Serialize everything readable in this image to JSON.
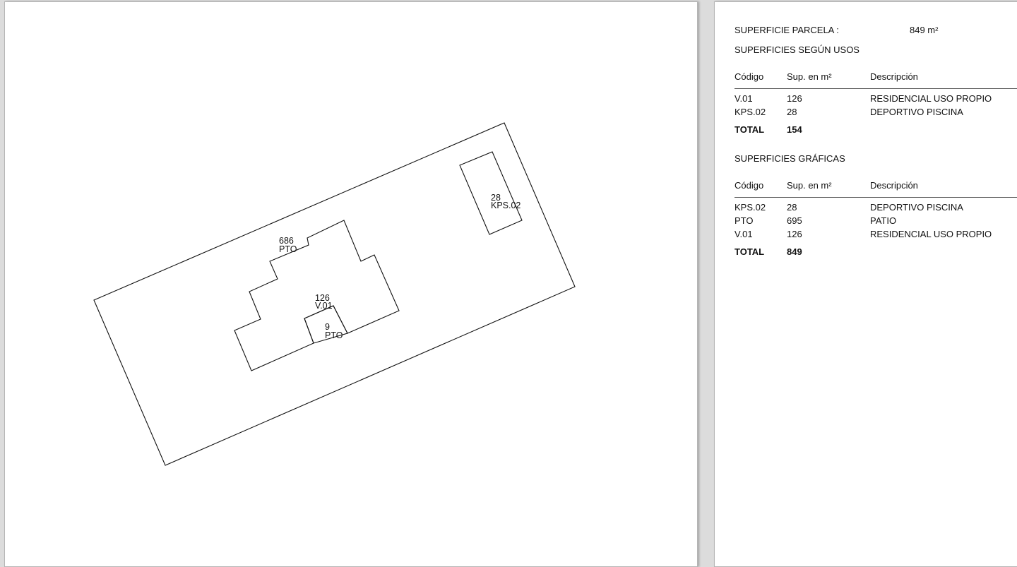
{
  "plan": {
    "labels": [
      {
        "area": "686",
        "code": "PTO"
      },
      {
        "area": "126",
        "code": "V.01"
      },
      {
        "area": "9",
        "code": "PTO"
      },
      {
        "area": "28",
        "code": "KPS.02"
      }
    ]
  },
  "summary": {
    "plot_area_label": "SUPERFICIE PARCELA :",
    "plot_area_value": "849 m²",
    "uses_title": "SUPERFICIES SEGÚN USOS",
    "uses_table": {
      "headers": [
        "Código",
        "Sup. en m²",
        "Descripción"
      ],
      "rows": [
        [
          "V.01",
          "126",
          "RESIDENCIAL USO PROPIO"
        ],
        [
          "KPS.02",
          "28",
          "DEPORTIVO PISCINA"
        ]
      ],
      "total_label": "TOTAL",
      "total_value": "154"
    },
    "graphic_title": "SUPERFICIES GRÁFICAS",
    "graphic_table": {
      "headers": [
        "Código",
        "Sup. en m²",
        "Descripción"
      ],
      "rows": [
        [
          "KPS.02",
          "28",
          "DEPORTIVO PISCINA"
        ],
        [
          "PTO",
          "695",
          "PATIO"
        ],
        [
          "V.01",
          "126",
          "RESIDENCIAL USO PROPIO"
        ]
      ],
      "total_label": "TOTAL",
      "total_value": "849"
    }
  }
}
